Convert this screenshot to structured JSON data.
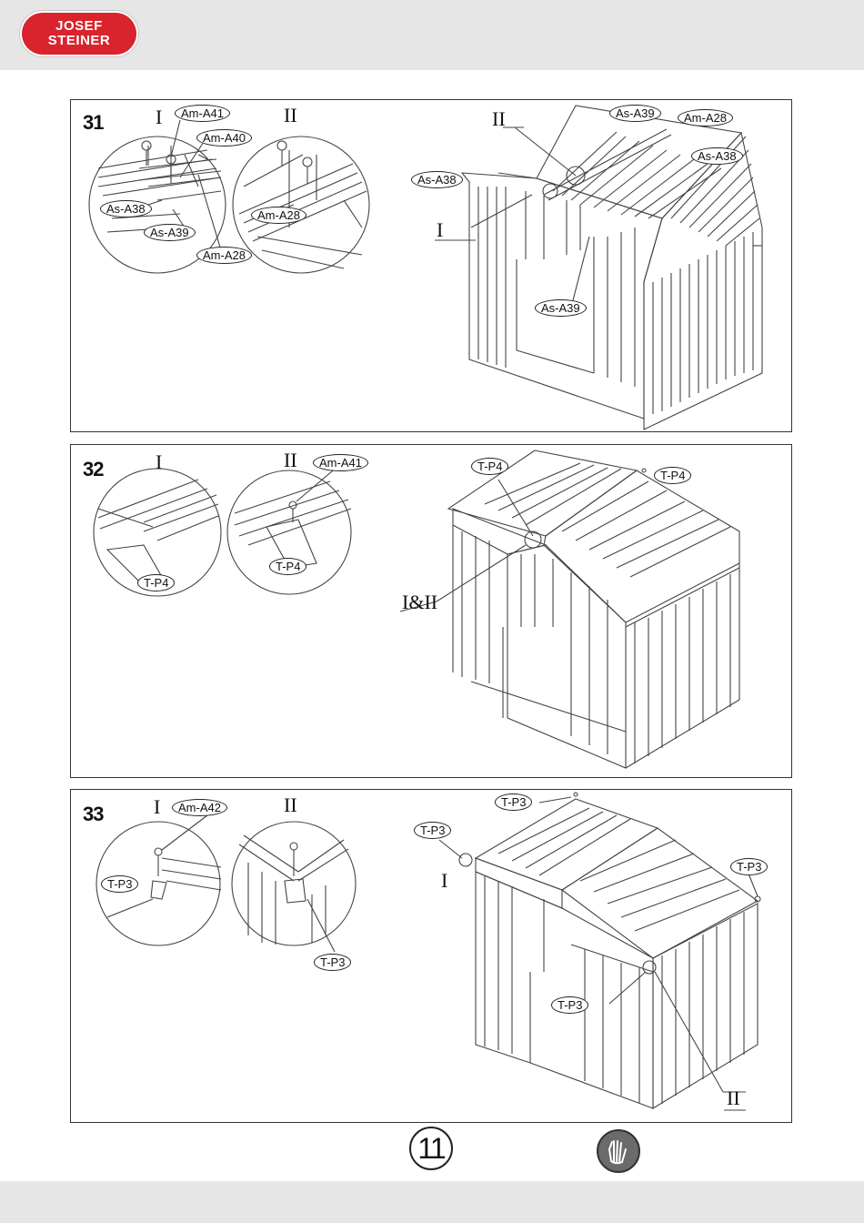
{
  "brand": {
    "line1": "JOSEF",
    "line2": "STEINER",
    "registered": "®"
  },
  "page_number": "11",
  "steps": [
    {
      "number": "31",
      "detail_labels": [
        "I",
        "II"
      ],
      "main_labels": [
        "II",
        "I"
      ],
      "tags_detail": [
        "Am-A41",
        "Am-A40",
        "As-A38",
        "As-A39",
        "Am-A28",
        "Am-A28"
      ],
      "tags_main": [
        "As-A39",
        "Am-A28",
        "As-A38",
        "As-A38",
        "As-A39"
      ]
    },
    {
      "number": "32",
      "detail_labels": [
        "I",
        "II"
      ],
      "main_labels": [
        "I&II"
      ],
      "tags_detail": [
        "Am-A41",
        "T-P4",
        "T-P4"
      ],
      "tags_main": [
        "T-P4",
        "T-P4"
      ]
    },
    {
      "number": "33",
      "detail_labels": [
        "I",
        "II"
      ],
      "main_labels": [
        "I",
        "II"
      ],
      "tags_detail": [
        "Am-A42",
        "T-P3",
        "T-P3"
      ],
      "tags_main": [
        "T-P3",
        "T-P3",
        "T-P3",
        "T-P3"
      ]
    }
  ],
  "icons": {
    "safety": "gloves-icon",
    "logo": "brand-logo"
  }
}
